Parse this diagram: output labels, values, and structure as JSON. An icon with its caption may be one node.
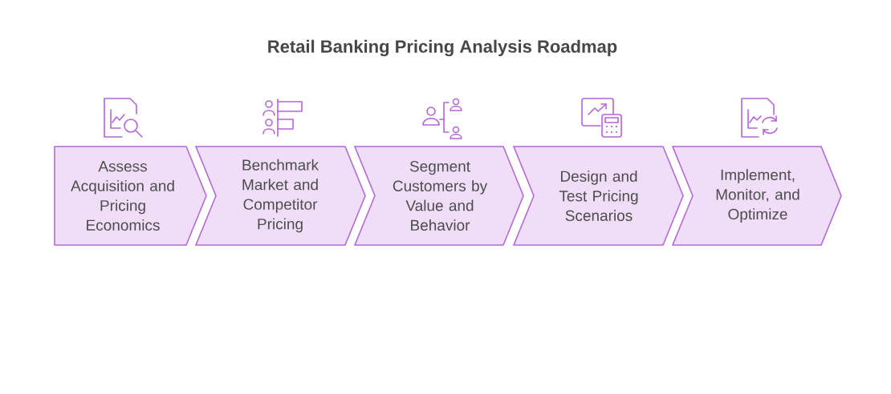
{
  "diagram": {
    "title": "Retail Banking Pricing Analysis Roadmap",
    "nodes": [
      {
        "text": [
          "Assess Acquisition and Pricing Economics"
        ]
      },
      {
        "text": [
          "Benchmark Market and Competitor Pricing"
        ]
      },
      {
        "text": [
          "Segment Customers by Value and Behavior"
        ]
      },
      {
        "text": [
          "Design and Test Pricing Scenarios"
        ]
      },
      {
        "text": [
          "Implement, Monitor, and Optimize"
        ]
      }
    ]
  }
}
